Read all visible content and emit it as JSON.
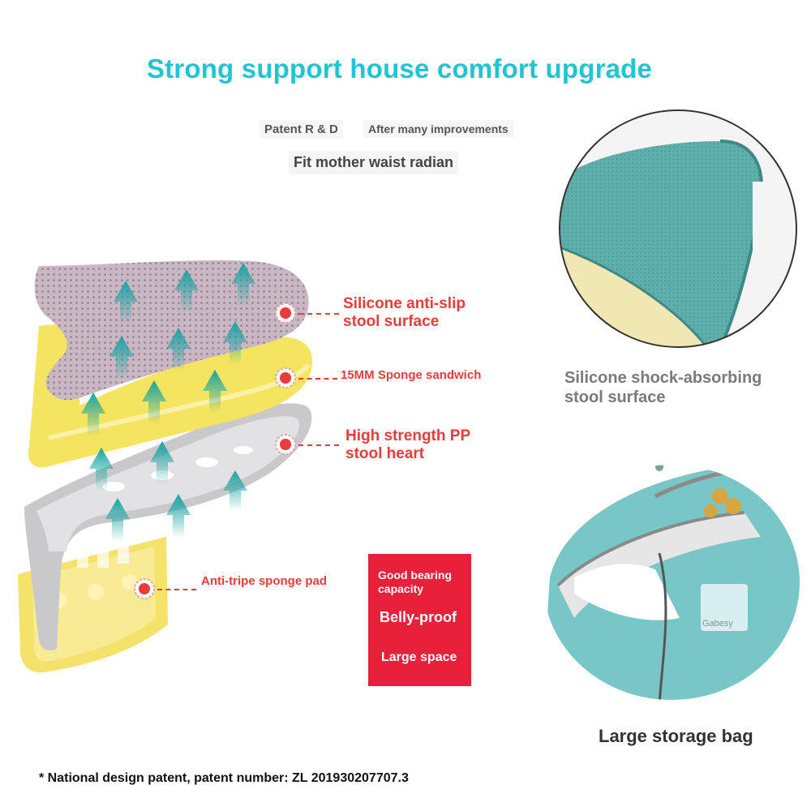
{
  "title": "Strong support house comfort upgrade",
  "tags": {
    "patent": "Patent R & D",
    "improvements": "After many improvements",
    "fit": "Fit mother waist radian"
  },
  "callouts": {
    "silicone_line1": "Silicone anti-slip",
    "silicone_line2": "stool surface",
    "sponge": "15MM Sponge sandwich",
    "pp_line1": "High strength PP",
    "pp_line2": "stool heart",
    "anti_tripe": "Anti-tripe sponge pad"
  },
  "redbox": {
    "line1": "Good bearing capacity",
    "line2": "Belly-proof",
    "line3": "Large space"
  },
  "captions": {
    "shock_line1": "Silicone shock-absorbing",
    "shock_line2": "stool surface",
    "storage": "Large storage bag"
  },
  "bag_logo": "Gabesy",
  "footnote": "* National design patent, patent number: ZL 201930207707.3",
  "colors": {
    "title_teal": "#22c4d3",
    "callout_red": "#ec3b3b",
    "box_red": "#e8203a",
    "mesh_teal": "#5fb3b0",
    "bag_teal": "#79c6c6",
    "sponge_yellow": "#f6e36b"
  }
}
